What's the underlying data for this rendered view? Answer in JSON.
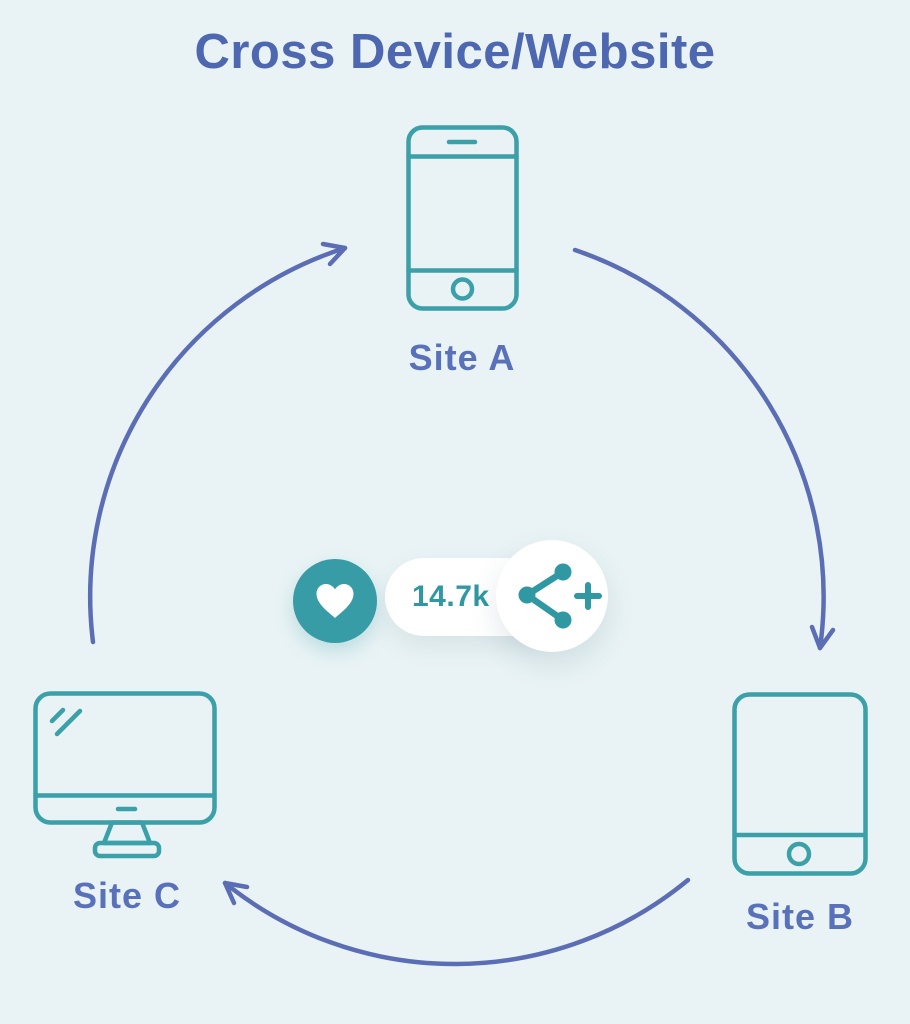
{
  "title": {
    "text": "Cross Device/Website"
  },
  "nodes": [
    {
      "label": "Site A",
      "device": "smartphone"
    },
    {
      "label": "Site B",
      "device": "tablet"
    },
    {
      "label": "Site C",
      "device": "desktop-computer"
    }
  ],
  "center_widget": {
    "like_count": "14.7k"
  },
  "icons": {
    "heart": "heart-icon",
    "share_plus": "share-plus-icon"
  },
  "arrows": {
    "flow": "clockwise-cycle",
    "segments": [
      "site-c-to-site-a",
      "site-a-to-site-b",
      "site-b-to-site-c"
    ]
  },
  "colors": {
    "background": "#E9F3F5",
    "device_outline_teal": "#3BA0A8",
    "heart_button_teal": "#389CA6",
    "count_text_teal": "#2F98A2",
    "heading_blue": "#4D67B0",
    "label_blue": "#5871BA",
    "arrow_blue": "#5B6EB5",
    "widget_white": "#FFFFFF"
  }
}
